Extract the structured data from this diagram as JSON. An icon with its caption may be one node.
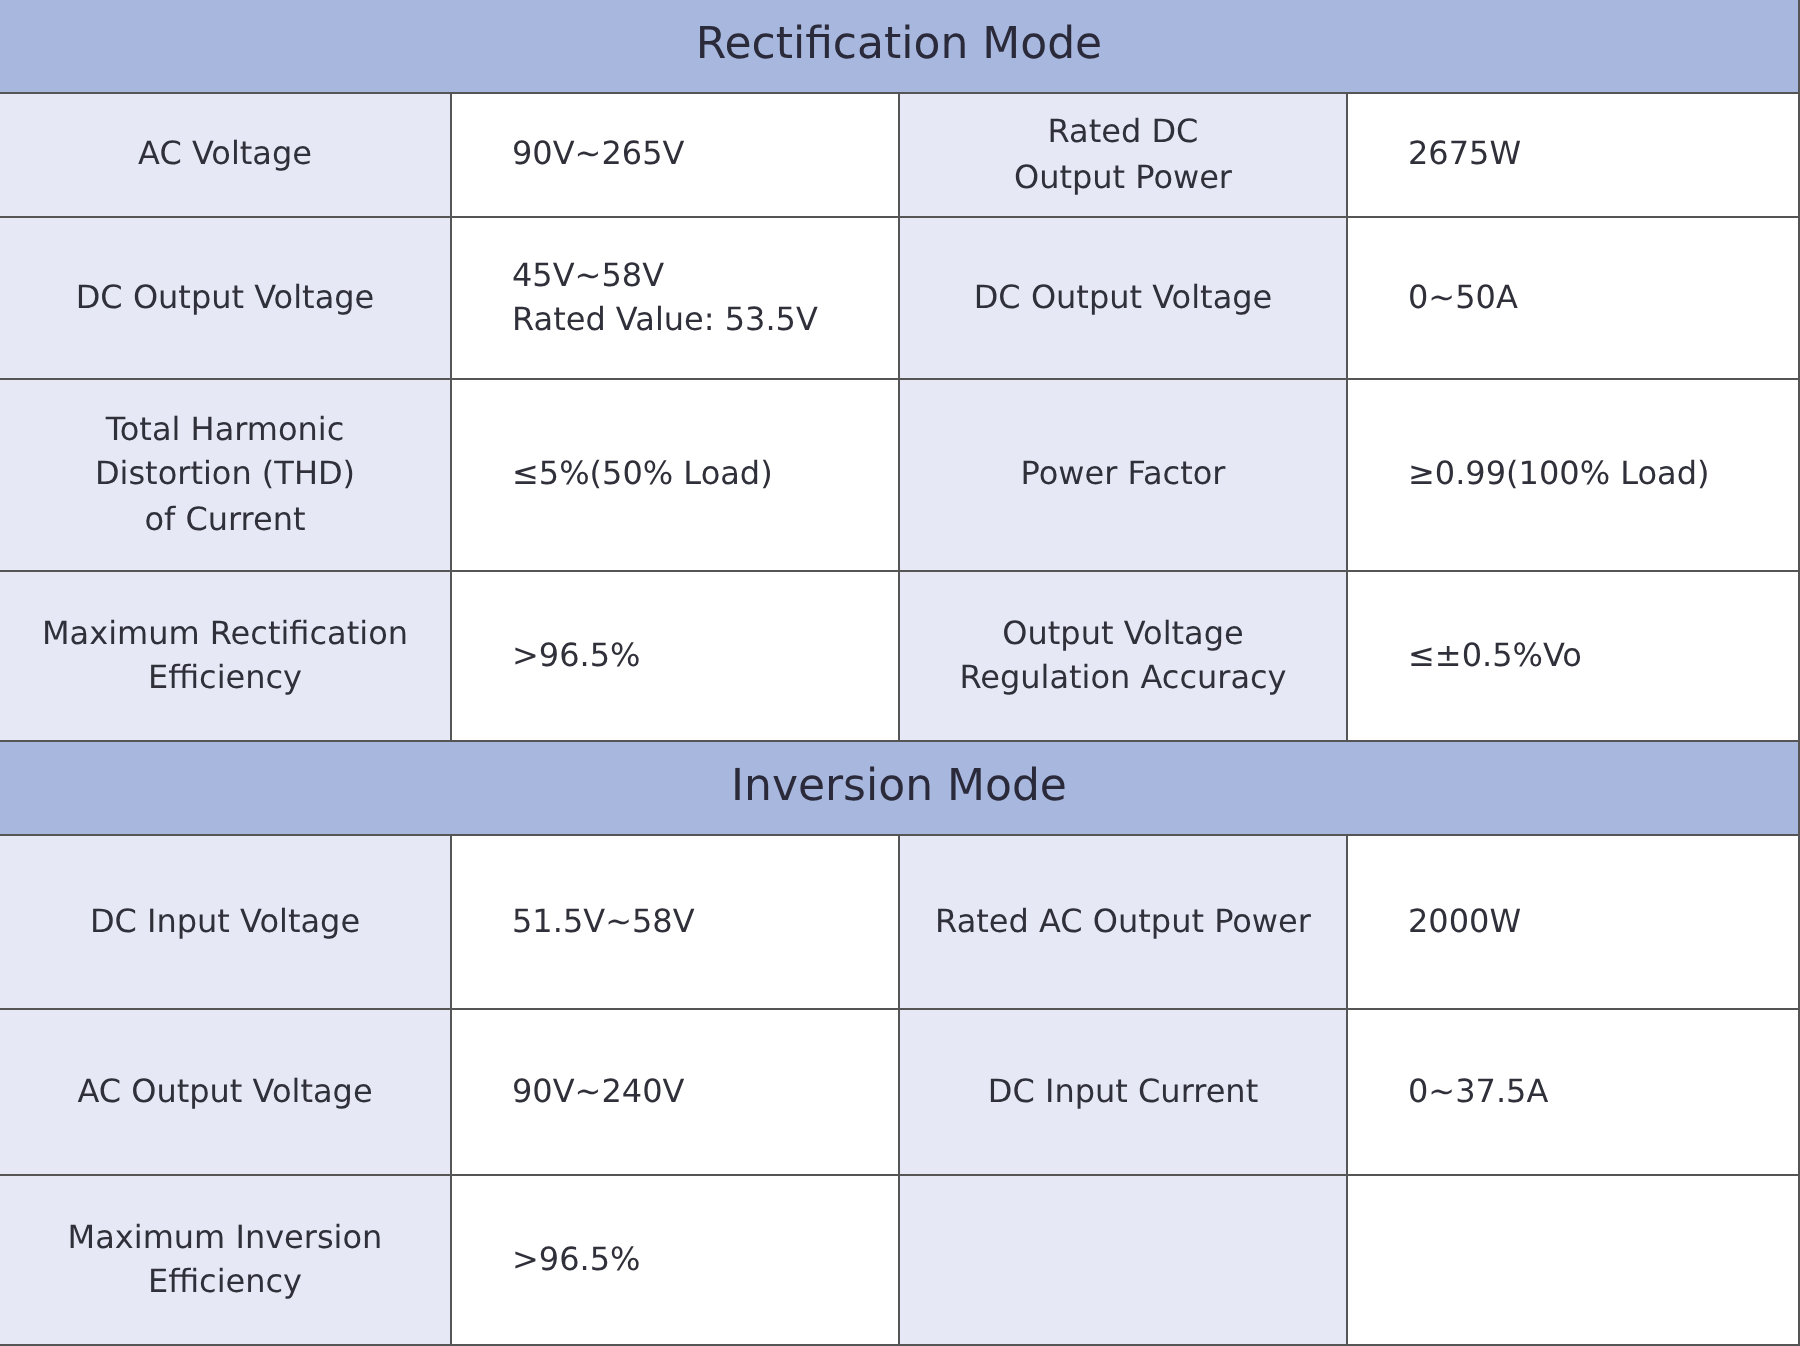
{
  "diagram": {
    "labels": [
      "Rectification Mode",
      "AC Voltage",
      "90V~265V",
      "Rated DC Output Power",
      "2675W",
      "DC Output Voltage",
      "45V~58V",
      "Rated Value: 53.5V",
      "DC Output Voltage",
      "0~50A",
      "Total Harmonic Distortion (THD) of Current",
      "≤5%(50% Load)",
      "Power Factor",
      "≥0.99(100% Load)",
      "Maximum Rectification Efficiency",
      ">96.5%",
      "Output Voltage Regulation Accuracy",
      "≤±0.5%Vo",
      "Inversion Mode",
      "DC Input Voltage",
      "51.5V~58V",
      "Rated AC Output Power",
      "2000W",
      "AC Output Voltage",
      "90V~240V",
      "DC Input Current",
      "0~37.5A",
      "Maximum Inversion Efficiency",
      ">96.5%"
    ]
  }
}
